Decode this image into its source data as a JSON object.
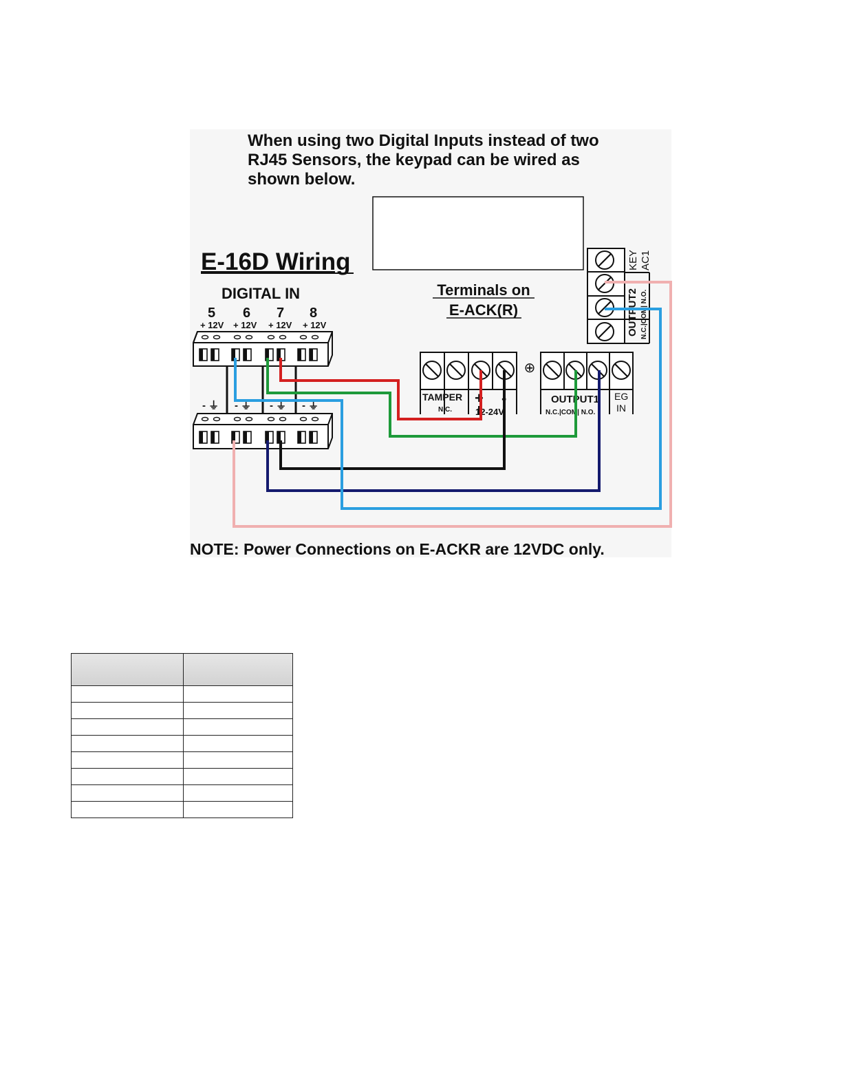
{
  "intro": {
    "line1": "When using two Digital Inputs instead of two",
    "line2": "RJ45 Sensors,  the keypad can be wired as",
    "line3": "shown below."
  },
  "title": "E-16D Wiring",
  "digital_in": {
    "label": "DIGITAL IN",
    "channels": [
      "5",
      "6",
      "7",
      "8"
    ],
    "polarity_top": [
      "+ 12V",
      "+ 12V",
      "+ 12V",
      "+ 12V"
    ],
    "polarity_bottom": [
      "- ⏚",
      "- ⏚",
      "- ⏚",
      "- ⏚"
    ]
  },
  "terminals_heading": {
    "line1": "Terminals on",
    "line2": "E-ACK(R)"
  },
  "terminals": {
    "tamper": "TAMPER",
    "tamper_nc": "N.C.",
    "power_plus": "+",
    "power_minus": "-",
    "power_range": "12-24V",
    "ground_symbol": "⊕",
    "output1": "OUTPUT1",
    "output1_contacts": "N.C.|COM| N.O.",
    "eg": "EG",
    "in": "IN",
    "output2": "OUTPUT2",
    "output2_contacts": "N.C.|COM| N.O.",
    "key": "KEY",
    "ac1": "AC1"
  },
  "wire_colors": {
    "red": "#d42020",
    "green": "#1e9a3a",
    "black": "#111111",
    "navy": "#141a6e",
    "blue": "#2a9ee0",
    "pink": "#f0b0b0"
  },
  "note": "NOTE: Power Connections on E-ACKR are 12VDC only.",
  "table": {
    "rows": 8
  }
}
